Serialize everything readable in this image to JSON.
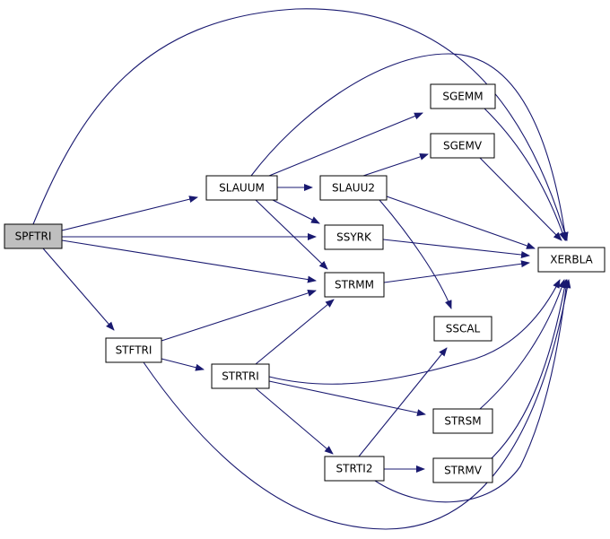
{
  "graph": {
    "nodes": [
      {
        "id": "SPFTRI",
        "label": "SPFTRI",
        "highlighted": true
      },
      {
        "id": "SLAUUM",
        "label": "SLAUUM"
      },
      {
        "id": "STFTRI",
        "label": "STFTRI"
      },
      {
        "id": "SGEMM",
        "label": "SGEMM"
      },
      {
        "id": "SGEMV",
        "label": "SGEMV"
      },
      {
        "id": "SLAUU2",
        "label": "SLAUU2"
      },
      {
        "id": "SSYRK",
        "label": "SSYRK"
      },
      {
        "id": "STRMM",
        "label": "STRMM"
      },
      {
        "id": "XERBLA",
        "label": "XERBLA"
      },
      {
        "id": "SSCAL",
        "label": "SSCAL"
      },
      {
        "id": "STRTRI",
        "label": "STRTRI"
      },
      {
        "id": "STRSM",
        "label": "STRSM"
      },
      {
        "id": "STRTI2",
        "label": "STRTI2"
      },
      {
        "id": "STRMV",
        "label": "STRMV"
      }
    ],
    "edges": [
      {
        "from": "SPFTRI",
        "to": "XERBLA"
      },
      {
        "from": "SPFTRI",
        "to": "SLAUUM"
      },
      {
        "from": "SPFTRI",
        "to": "SSYRK"
      },
      {
        "from": "SPFTRI",
        "to": "STRMM"
      },
      {
        "from": "SPFTRI",
        "to": "STFTRI"
      },
      {
        "from": "SLAUUM",
        "to": "SGEMM"
      },
      {
        "from": "SLAUUM",
        "to": "SLAUU2"
      },
      {
        "from": "SLAUUM",
        "to": "SSYRK"
      },
      {
        "from": "SLAUUM",
        "to": "STRMM"
      },
      {
        "from": "SLAUUM",
        "to": "XERBLA"
      },
      {
        "from": "SLAUU2",
        "to": "SGEMV"
      },
      {
        "from": "SLAUU2",
        "to": "XERBLA"
      },
      {
        "from": "SLAUU2",
        "to": "SSCAL"
      },
      {
        "from": "SGEMM",
        "to": "XERBLA"
      },
      {
        "from": "SGEMV",
        "to": "XERBLA"
      },
      {
        "from": "SSYRK",
        "to": "XERBLA"
      },
      {
        "from": "STRMM",
        "to": "XERBLA"
      },
      {
        "from": "STFTRI",
        "to": "STRMM"
      },
      {
        "from": "STFTRI",
        "to": "STRTRI"
      },
      {
        "from": "STFTRI",
        "to": "XERBLA"
      },
      {
        "from": "STRTRI",
        "to": "STRMM"
      },
      {
        "from": "STRTRI",
        "to": "STRSM"
      },
      {
        "from": "STRTRI",
        "to": "STRTI2"
      },
      {
        "from": "STRTRI",
        "to": "XERBLA"
      },
      {
        "from": "STRTI2",
        "to": "SSCAL"
      },
      {
        "from": "STRTI2",
        "to": "STRMV"
      },
      {
        "from": "STRTI2",
        "to": "XERBLA"
      },
      {
        "from": "STRSM",
        "to": "XERBLA"
      },
      {
        "from": "STRMV",
        "to": "XERBLA"
      }
    ]
  },
  "colors": {
    "edge": "#191970",
    "node_fill": "#ffffff",
    "node_highlight_fill": "#bfbfbf",
    "node_border": "#000000"
  }
}
